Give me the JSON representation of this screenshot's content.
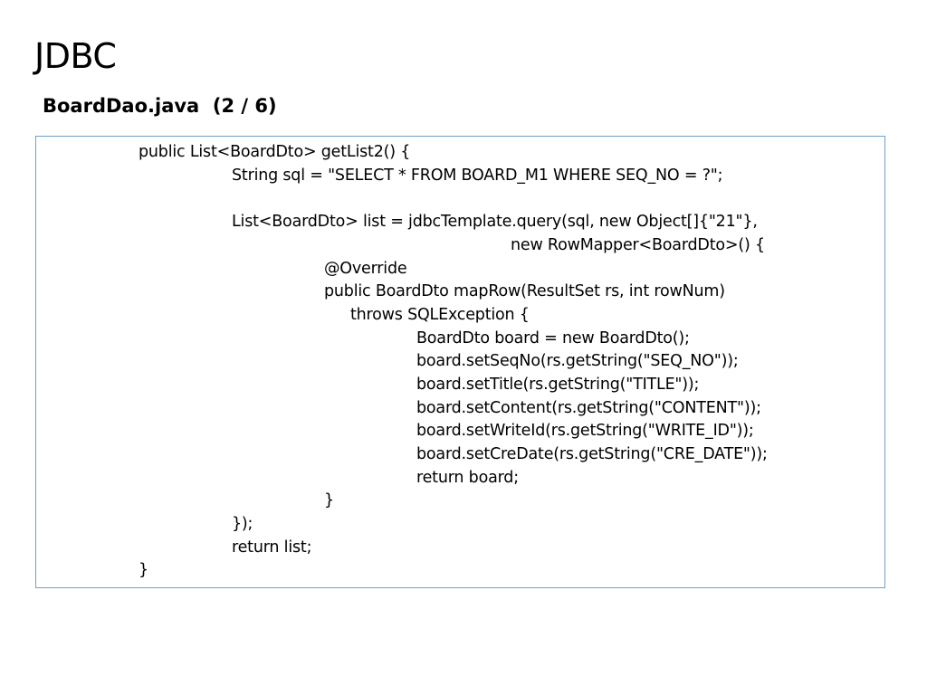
{
  "slide": {
    "title": "JDBC",
    "subtitle": "BoardDao.java  (2 / 6)"
  },
  "code": {
    "lines": [
      {
        "text": "public List<BoardDto> getList2() {"
      },
      {
        "text": "String sql = \"SELECT * FROM BOARD_M1 WHERE SEQ_NO = ?\";"
      },
      {
        "text": ""
      },
      {
        "text": "List<BoardDto> list = jdbcTemplate.query(sql, new Object[]{\"21\"},"
      },
      {
        "text": "new RowMapper<BoardDto>() {"
      },
      {
        "text": "@Override"
      },
      {
        "text": "public BoardDto mapRow(ResultSet rs, int rowNum)"
      },
      {
        "text": "throws SQLException {"
      },
      {
        "text": "BoardDto board = new BoardDto();"
      },
      {
        "text": "board.setSeqNo(rs.getString(\"SEQ_NO\"));"
      },
      {
        "text": "board.setTitle(rs.getString(\"TITLE\"));"
      },
      {
        "text": "board.setContent(rs.getString(\"CONTENT\"));"
      },
      {
        "text": "board.setWriteId(rs.getString(\"WRITE_ID\"));"
      },
      {
        "text": "board.setCreDate(rs.getString(\"CRE_DATE\"));"
      },
      {
        "text": "return board;"
      },
      {
        "text": "}"
      },
      {
        "text": "});"
      },
      {
        "text": "return list;"
      },
      {
        "text": "}"
      }
    ]
  }
}
